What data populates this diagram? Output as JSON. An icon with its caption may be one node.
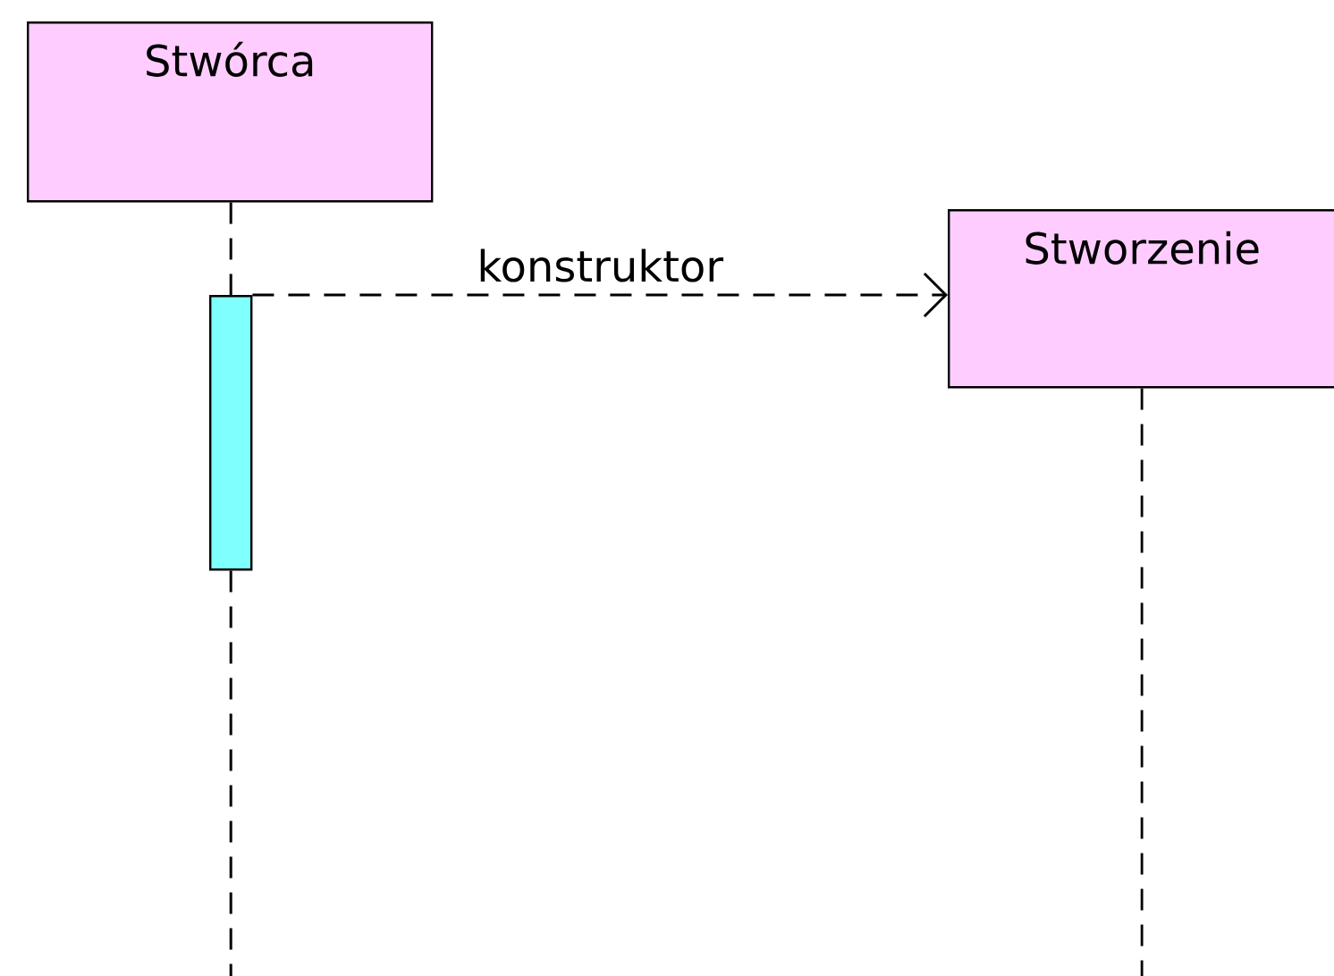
{
  "diagram": {
    "nodes": [
      {
        "text": [
          "Stwórca"
        ]
      },
      {
        "text": [
          "Stworzenie"
        ]
      },
      {
        "text": [],
        "shape": "bar"
      }
    ],
    "edges": [
      {
        "from": 0,
        "to": 2,
        "arrow": "none",
        "style": "dashed"
      },
      {
        "from": 2,
        "to": null,
        "arrow": "none",
        "style": "dashed"
      },
      {
        "from": 1,
        "to": null,
        "arrow": "none",
        "style": "dashed"
      },
      {
        "from": 2,
        "to": 1,
        "arrow": "to",
        "style": "dashed",
        "label": "konstruktor"
      }
    ]
  }
}
